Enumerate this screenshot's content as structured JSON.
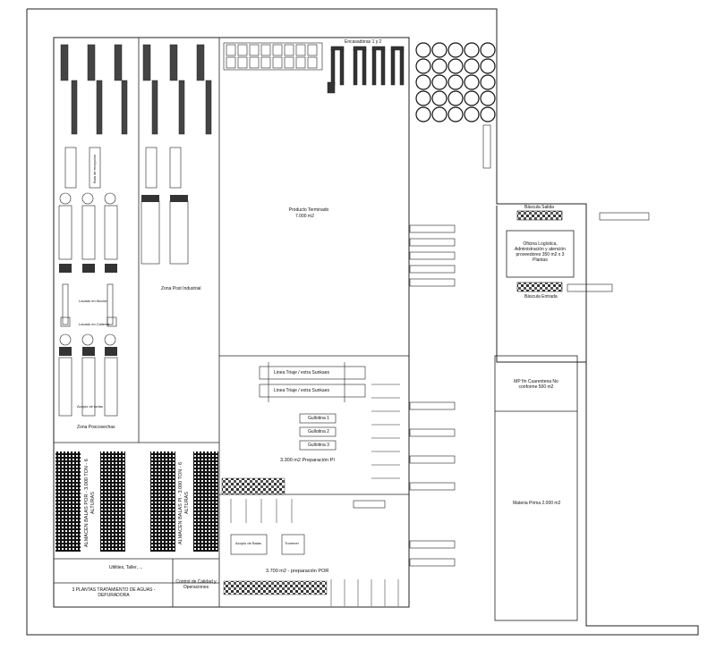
{
  "labels": {
    "encasadoras": "Encasadoras 1 y 2",
    "producto_terminado": "Producto Terminado",
    "producto_terminado_area": "7.000 m2",
    "zona_post_industrial": "Zona Post Industrial",
    "zona_poscosechas": "Zona Poscosechas",
    "bascula_salida": "Báscula Salida",
    "bascula_entrada": "Báscula Entrada",
    "oficina": "Oficina Logística, Administración y atención proveedores 350 m2 x 3 Plantas",
    "mp_cuarentena": "MP fín Cuarentena No conforme 500 m2",
    "materia_prima": "Materia Prima 2.000 m2",
    "linea_triaje_1": "Linea Triaje / extra Sunkaes",
    "linea_triaje_2": "Linea Triaje / extra Sunkaes",
    "gullotina_1": "Gullotina 1",
    "gullotina_2": "Gullotina 2",
    "gullotina_3": "Gullotina 3",
    "preparacion_pi": "3.300 m2 Preparación PI",
    "preparacion_por": "3.700 m2 - preparación POR",
    "almacen_por": "ALMACEN BALAS POR - 3.000 TON - 6 ALTURAS",
    "almacen_pi": "ALMACEN BALAS PI - 3.000 TON - 6 ALTURAS",
    "utilities": "Utilities, Taller, ...",
    "tratamiento_agua": "3 PLANTAS TRATAMIENTO DE AGUAS - DEPURADORA",
    "control_calidad": "Control de Calidad y Operaciones",
    "lavado_1": "Lavado en fricción",
    "lavado_2": "Lavado en Caliente",
    "bala_recepcion": "Bala de recepción",
    "rampa_baterias": "Acopio de Balas",
    "trommel": "Trommel",
    "acopio_tortas": "Acopio de tortas"
  },
  "colors": {
    "line": "#222222",
    "fill_dark": "#111111",
    "background": "#ffffff"
  }
}
